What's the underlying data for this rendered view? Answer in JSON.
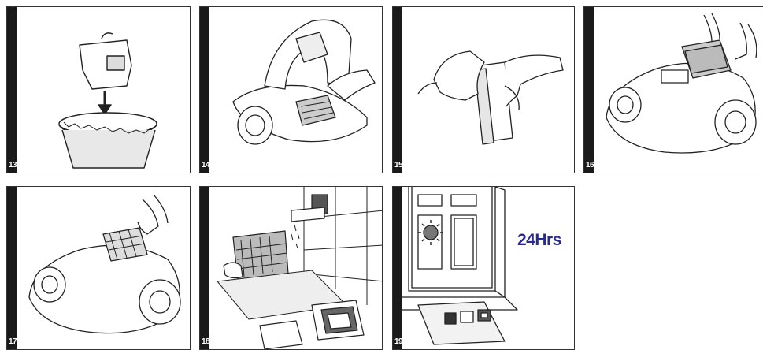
{
  "steps": [
    {
      "number": "13"
    },
    {
      "number": "14"
    },
    {
      "number": "15"
    },
    {
      "number": "16"
    },
    {
      "number": "17"
    },
    {
      "number": "18"
    },
    {
      "number": "19",
      "caption": "24Hrs"
    }
  ],
  "colors": {
    "bar": "#1a1a1a",
    "caption": "#2b2b8f",
    "border": "#333333"
  },
  "icons": [
    "trash-bin-icon",
    "vacuum-cleaner-icon",
    "filter-frame-icon",
    "hands-icon",
    "faucet-icon",
    "window-icon",
    "sun-icon"
  ]
}
